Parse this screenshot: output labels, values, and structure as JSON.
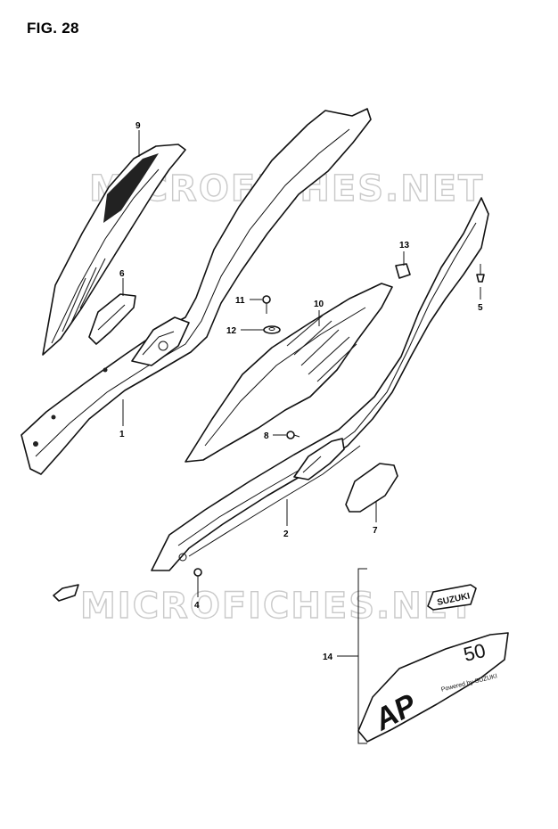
{
  "figure": {
    "title": "FIG. 28"
  },
  "watermark": {
    "text": "MICROFICHES.NET",
    "color": "#c9c9c9"
  },
  "callouts": [
    "9",
    "6",
    "1",
    "13",
    "11",
    "12",
    "10",
    "5",
    "8",
    "2",
    "7",
    "4",
    "14"
  ],
  "emblems": {
    "brand": "SUZUKI",
    "model": "AP",
    "number": "50",
    "tagline": "Powered by SUZUKI"
  }
}
